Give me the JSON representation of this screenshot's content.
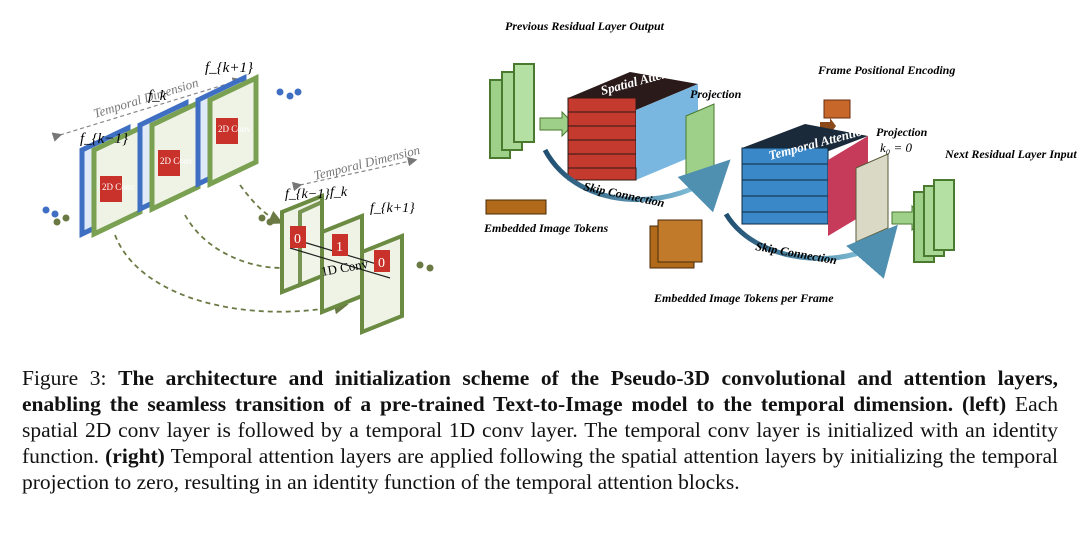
{
  "figure": {
    "left": {
      "temporal_dimension_label": "Temporal Dimension",
      "conv2d_label": "2D Conv",
      "frame_labels": {
        "prev": "f_{k−1}",
        "curr": "f_k",
        "next": "f_{k+1}"
      },
      "conv1d_label": "1D Conv",
      "conv1d_kernel": [
        "0",
        "1",
        "0"
      ]
    },
    "right": {
      "prev_residual": "Previous Residual Layer Output",
      "spatial_attention": "Spatial Attention",
      "projection_1": "Projection",
      "frame_positional_encoding": "Frame Positional Encoding",
      "temporal_attention": "Temporal Attention",
      "projection_2": "Projection",
      "k0_label": "k₀ = 0",
      "next_residual": "Next Residual Layer Input",
      "skip_connection_1": "Skip Connection",
      "skip_connection_2": "Skip Connection",
      "embedded_tokens": "Embedded Image Tokens",
      "embedded_tokens_per_frame": "Embedded Image Tokens per Frame"
    }
  },
  "caption": {
    "prefix": "Figure 3:",
    "bold_main": "The architecture and initialization scheme of the Pseudo-3D convolutional and attention layers, enabling the seamless transition of a pre-trained Text-to-Image model to the temporal dimension.",
    "left_tag": "(left)",
    "left_text": "Each spatial 2D conv layer is followed by a temporal 1D conv layer. The temporal conv layer is initialized with an identity function.",
    "right_tag": "(right)",
    "right_text": "Temporal attention layers are applied following the spatial attention layers by initializing the temporal projection to zero, resulting in an identity function of the temporal attention blocks."
  },
  "colors": {
    "frame_green": "#7aa052",
    "frame_blue": "#3f6fc2",
    "conv_red": "#c8322a",
    "spatial_red": "#c53a2e",
    "temporal_blue": "#3a88c8",
    "skip_arrow": "#4f8fb0"
  }
}
